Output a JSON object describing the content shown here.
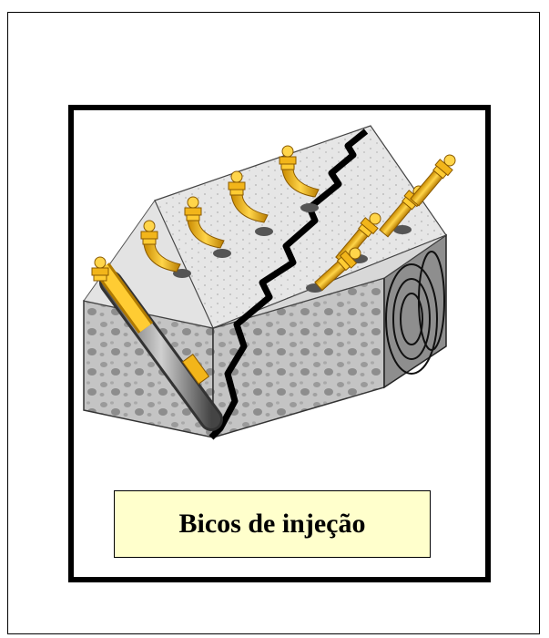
{
  "figure": {
    "caption": "Bicos de injeção",
    "colors": {
      "caption_background": "#ffffcc",
      "concrete": "#c9c9c9",
      "concrete_dark": "#8a8a8a",
      "nozzle_yellow": "#f2b51a",
      "crack": "#000000"
    },
    "icons": [
      "concrete-block",
      "crack",
      "injection-nozzle",
      "injection-tube"
    ]
  }
}
